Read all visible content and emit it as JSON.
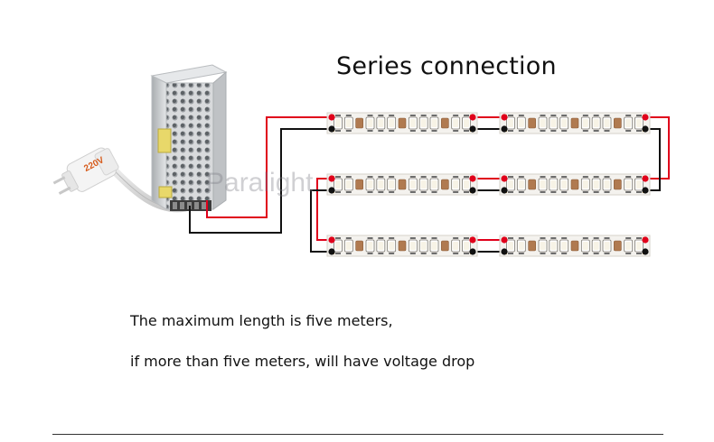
{
  "diagram": {
    "title": "Series  connection",
    "watermark": "Paralight",
    "plug_label": "220V",
    "notes": [
      "The maximum length is  five meters,",
      "if more than five  meters, will have voltage drop"
    ],
    "colors": {
      "positive_wire": "#e0001b",
      "negative_wire": "#111111",
      "strip_board": "#f4f2ee",
      "led_chip": "#f7f3e6",
      "resistor": "#b07a50",
      "psu_body": "#c8cacc"
    },
    "strips": [
      {
        "name": "strip-row1-left",
        "row": 1
      },
      {
        "name": "strip-row1-right",
        "row": 1
      },
      {
        "name": "strip-row2-left",
        "row": 2
      },
      {
        "name": "strip-row2-right",
        "row": 2
      },
      {
        "name": "strip-row3-left",
        "row": 3
      },
      {
        "name": "strip-row3-right",
        "row": 3
      }
    ]
  }
}
